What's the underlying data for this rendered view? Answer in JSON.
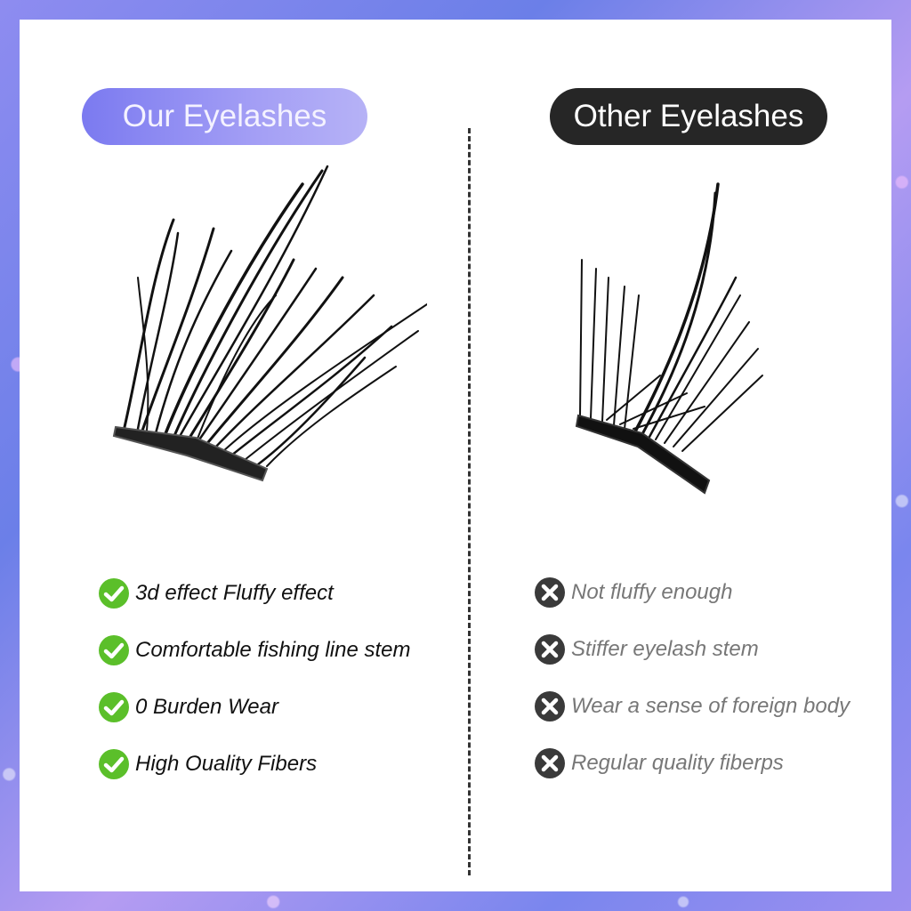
{
  "left": {
    "title": "Our Eyelashes",
    "features": [
      "3d effect Fluffy effect",
      "Comfortable fishing line stem",
      "0 Burden Wear",
      "High Ouality Fibers"
    ]
  },
  "right": {
    "title": "Other Eyelashes",
    "drawbacks": [
      "Not fluffy enough",
      "Stiffer eyelash stem",
      "Wear a sense of foreign body",
      "Regular quality fiberps"
    ]
  },
  "colors": {
    "check": "#5bbf2a",
    "cross": "#3a3a3a",
    "accent": "#8f8cf2"
  },
  "icons": {
    "good": "check-circle-icon",
    "bad": "cross-circle-icon"
  }
}
